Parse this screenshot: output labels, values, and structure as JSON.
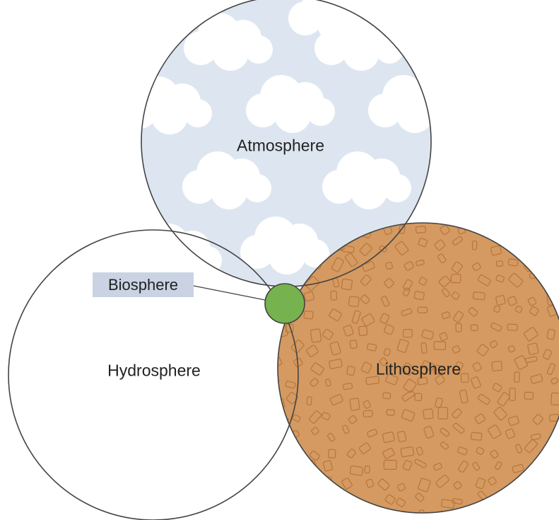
{
  "labels": {
    "atmosphere": "Atmosphere",
    "hydrosphere": "Hydrosphere",
    "lithosphere": "Lithosphere",
    "biosphere": "Biosphere"
  },
  "colors": {
    "atmosphere_fill": "#dde6f0",
    "cloud": "#ffffff",
    "lithosphere_fill": "#d49a62",
    "rock_outline": "#b8753a",
    "biosphere_fill": "#76b34e",
    "biosphere_label_bg": "#c9d3e3",
    "outline": "#444444"
  }
}
